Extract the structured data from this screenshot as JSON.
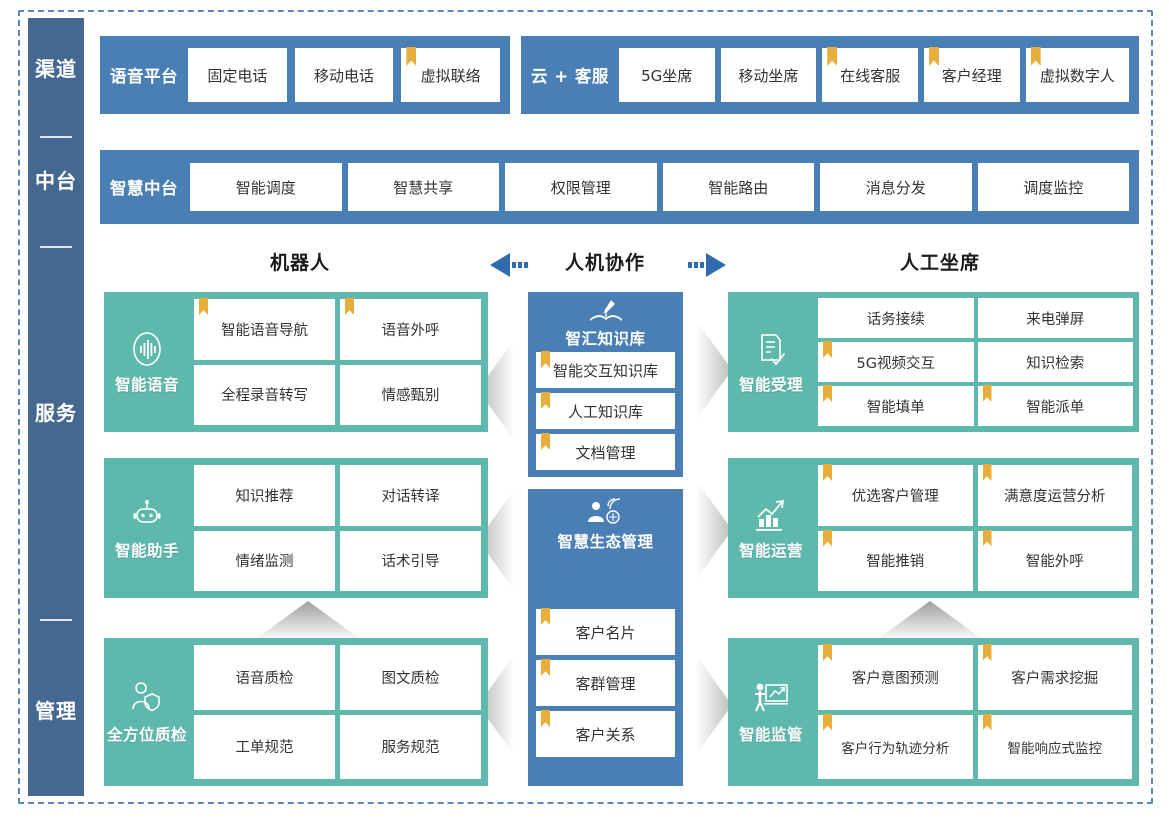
{
  "rail": {
    "sections": [
      {
        "label": "渠道"
      },
      {
        "label": "中台"
      },
      {
        "label": "服务"
      },
      {
        "label": "管理"
      }
    ]
  },
  "colors": {
    "rail": "#44688F",
    "band_blue": "#4A7FB5",
    "panel_teal": "#5FB8AC",
    "bookmark": "#E8AE3C",
    "frame": "#5B88B8",
    "tile_bg": "#FFFFFF"
  },
  "channel_row": {
    "groups": [
      {
        "title": "语音平台",
        "items": [
          {
            "label": "固定电话",
            "bookmark": false
          },
          {
            "label": "移动电话",
            "bookmark": false
          },
          {
            "label": "虚拟联络",
            "bookmark": true
          }
        ]
      },
      {
        "title": "云 + 客服",
        "items": [
          {
            "label": "5G坐席",
            "bookmark": false
          },
          {
            "label": "移动坐席",
            "bookmark": false
          },
          {
            "label": "在线客服",
            "bookmark": true
          },
          {
            "label": "客户经理",
            "bookmark": true
          },
          {
            "label": "虚拟数字人",
            "bookmark": true
          }
        ]
      }
    ]
  },
  "midplatform_row": {
    "title": "智慧中台",
    "items": [
      {
        "label": "智能调度"
      },
      {
        "label": "智慧共享"
      },
      {
        "label": "权限管理"
      },
      {
        "label": "智能路由"
      },
      {
        "label": "消息分发"
      },
      {
        "label": "调度监控"
      }
    ]
  },
  "column_headers": {
    "left": "机器人",
    "center": "人机协作",
    "right": "人工坐席",
    "arrow_left_icon": "arrow-left",
    "arrow_right_icon": "arrow-right"
  },
  "left_panels": [
    {
      "title": "智能语音",
      "icon": "voice-waveform-icon",
      "tiles": [
        {
          "label": "智能语音导航",
          "bookmark": true
        },
        {
          "label": "语音外呼",
          "bookmark": true
        },
        {
          "label": "全程录音转写",
          "bookmark": false
        },
        {
          "label": "情感甄别",
          "bookmark": false
        }
      ]
    },
    {
      "title": "智能助手",
      "icon": "robot-icon",
      "tiles": [
        {
          "label": "知识推荐",
          "bookmark": false
        },
        {
          "label": "对话转译",
          "bookmark": false
        },
        {
          "label": "情绪监测",
          "bookmark": false
        },
        {
          "label": "话术引导",
          "bookmark": false
        }
      ]
    },
    {
      "title": "全方位质检",
      "icon": "person-shield-icon",
      "tiles": [
        {
          "label": "语音质检",
          "bookmark": false
        },
        {
          "label": "图文质检",
          "bookmark": false
        },
        {
          "label": "工单规范",
          "bookmark": false
        },
        {
          "label": "服务规范",
          "bookmark": false
        }
      ]
    }
  ],
  "center_panels": [
    {
      "title": "智汇知识库",
      "icon": "book-pen-icon",
      "rows": [
        {
          "label": "智能交互知识库",
          "bookmark": true
        },
        {
          "label": "人工知识库",
          "bookmark": true
        },
        {
          "label": "文档管理",
          "bookmark": true
        }
      ]
    },
    {
      "title": "智慧生态管理",
      "icon": "person-signal-icon",
      "rows": [
        {
          "label": "客户名片",
          "bookmark": true
        },
        {
          "label": "客群管理",
          "bookmark": true
        },
        {
          "label": "客户关系",
          "bookmark": true
        }
      ]
    }
  ],
  "right_panels": [
    {
      "title": "智能受理",
      "icon": "document-check-icon",
      "tiles": [
        {
          "label": "话务接续",
          "bookmark": false
        },
        {
          "label": "来电弹屏",
          "bookmark": false
        },
        {
          "label": "5G视频交互",
          "bookmark": true
        },
        {
          "label": "知识检索",
          "bookmark": false
        },
        {
          "label": "智能填单",
          "bookmark": true
        },
        {
          "label": "智能派单",
          "bookmark": true
        }
      ]
    },
    {
      "title": "智能运营",
      "icon": "bar-chart-arrow-icon",
      "tiles": [
        {
          "label": "优选客户管理",
          "bookmark": true
        },
        {
          "label": "满意度运营分析",
          "bookmark": true
        },
        {
          "label": "智能推销",
          "bookmark": true
        },
        {
          "label": "智能外呼",
          "bookmark": true
        }
      ]
    },
    {
      "title": "智能监管",
      "icon": "presentation-person-icon",
      "tiles": [
        {
          "label": "客户意图预测",
          "bookmark": true
        },
        {
          "label": "客户需求挖掘",
          "bookmark": true
        },
        {
          "label": "客户行为轨迹分析",
          "bookmark": true
        },
        {
          "label": "智能响应式监控",
          "bookmark": true
        }
      ]
    }
  ]
}
